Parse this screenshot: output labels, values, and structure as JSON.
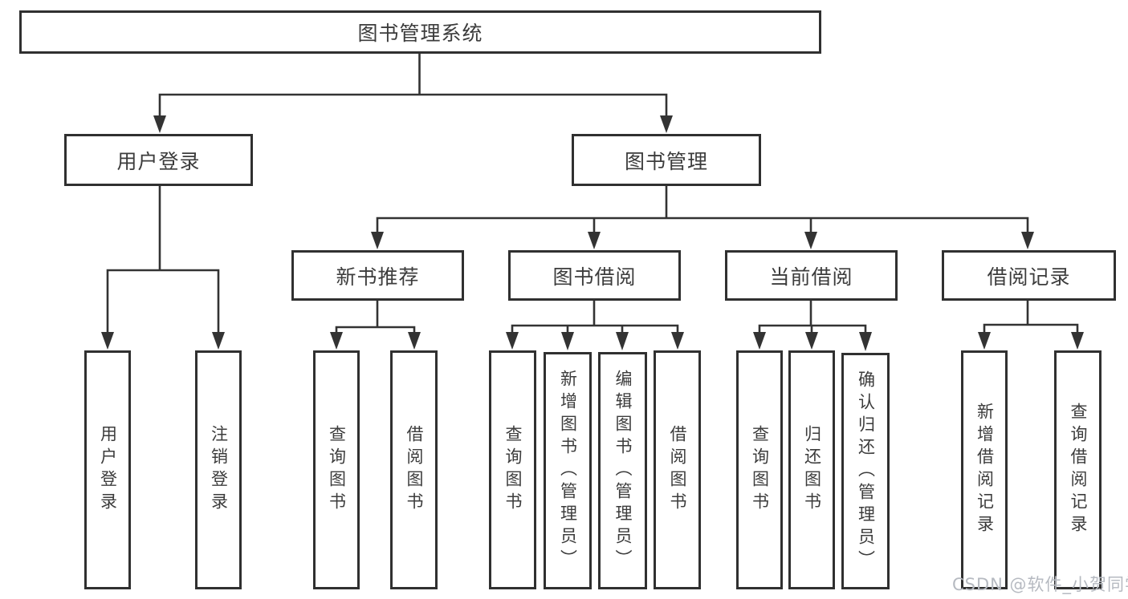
{
  "diagram": {
    "root": {
      "label": "图书管理系统"
    },
    "level2": [
      {
        "label": "用户登录"
      },
      {
        "label": "图书管理"
      }
    ],
    "level3": [
      {
        "label": "新书推荐",
        "parent": "图书管理"
      },
      {
        "label": "图书借阅",
        "parent": "图书管理"
      },
      {
        "label": "当前借阅",
        "parent": "图书管理"
      },
      {
        "label": "借阅记录",
        "parent": "图书管理"
      }
    ],
    "leaves": [
      {
        "label": "用户登录",
        "parent": "用户登录"
      },
      {
        "label": "注销登录",
        "parent": "用户登录"
      },
      {
        "label": "查询图书",
        "parent": "新书推荐"
      },
      {
        "label": "借阅图书",
        "parent": "新书推荐"
      },
      {
        "label": "查询图书",
        "parent": "图书借阅"
      },
      {
        "label": "新增图书（管理员）",
        "parent": "图书借阅"
      },
      {
        "label": "编辑图书（管理员）",
        "parent": "图书借阅"
      },
      {
        "label": "借阅图书",
        "parent": "图书借阅"
      },
      {
        "label": "查询图书",
        "parent": "当前借阅"
      },
      {
        "label": "归还图书",
        "parent": "当前借阅"
      },
      {
        "label": "确认归还（管理员）",
        "parent": "当前借阅"
      },
      {
        "label": "新增借阅记录",
        "parent": "借阅记录"
      },
      {
        "label": "查询借阅记录",
        "parent": "借阅记录"
      }
    ],
    "watermark": "CSDN @软件_小贺同学",
    "colors": {
      "line": "#333333",
      "border": "#303030",
      "text": "#3c3c3c",
      "watermark": "#b6bac1",
      "background": "#ffffff"
    }
  }
}
